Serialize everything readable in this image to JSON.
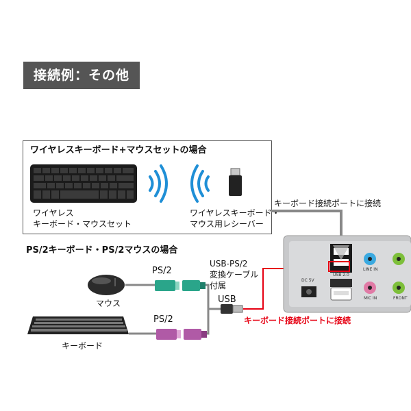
{
  "section_title": "接続例：その他",
  "wireless": {
    "box_title": "ワイヤレスキーボード+マウスセットの場合",
    "keyboard_label_line1": "ワイヤレス",
    "keyboard_label_line2": "キーボード・マウスセット",
    "receiver_label_line1": "ワイヤレスキーボード・",
    "receiver_label_line2": "マウス用レシーバー",
    "port_label": "キーボード接続ポートに接続"
  },
  "ps2": {
    "section_title": "PS/2キーボード・PS/2マウスの場合",
    "mouse_label": "マウス",
    "keyboard_label": "キーボード",
    "ps2_label_top": "PS/2",
    "ps2_label_bottom": "PS/2",
    "cable_label_line1": "USB-PS/2",
    "cable_label_line2": "変換ケーブル",
    "cable_label_line3": "付属",
    "usb_label": "USB",
    "port_label": "キーボード接続ポートに接続"
  },
  "device": {
    "usb_port_label": "USB 2.0",
    "line_in_label": "LINE IN",
    "mic_in_label": "MIC IN",
    "front_label": "FRONT",
    "dc_label": "DC 5V"
  },
  "colors": {
    "badge": "#555555",
    "red_line": "#e60012",
    "ps2_green": "#2aa58a",
    "ps2_purple": "#b05aa6",
    "device_silver": "#c8c9cb"
  }
}
